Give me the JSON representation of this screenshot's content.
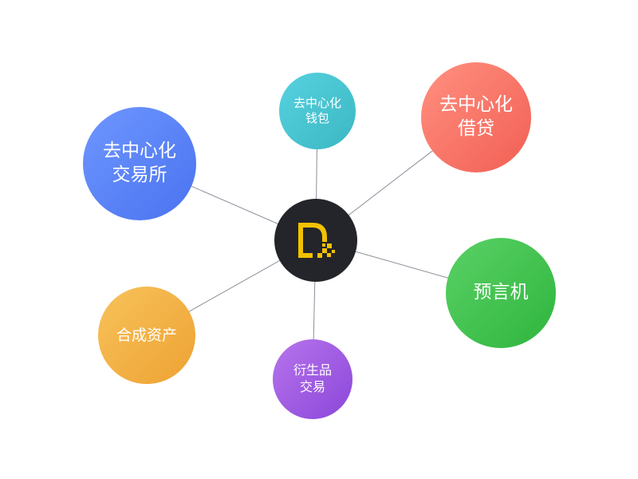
{
  "diagram": {
    "center": {
      "logo_icon": "pixel-d-logo-icon",
      "logo_color": "#f2c200",
      "background": "#24252b"
    },
    "nodes": {
      "wallet": {
        "label": "去中心化\n钱包",
        "color_from": "#57d1df",
        "color_to": "#3bb8c4"
      },
      "lending": {
        "label": "去中心化\n借贷",
        "color_from": "#ff9080",
        "color_to": "#f25f54"
      },
      "exchange": {
        "label": "去中心化\n交易所",
        "color_from": "#6e97ff",
        "color_to": "#4a72f0"
      },
      "oracle": {
        "label": "预言机",
        "color_from": "#5ad166",
        "color_to": "#2fb53d"
      },
      "synthetic": {
        "label": "合成资产",
        "color_from": "#f7c25a",
        "color_to": "#eea233"
      },
      "derivatives": {
        "label": "衍生品\n交易",
        "color_from": "#b774ec",
        "color_to": "#8b47d9"
      }
    },
    "link_color": "#8a8f99"
  }
}
